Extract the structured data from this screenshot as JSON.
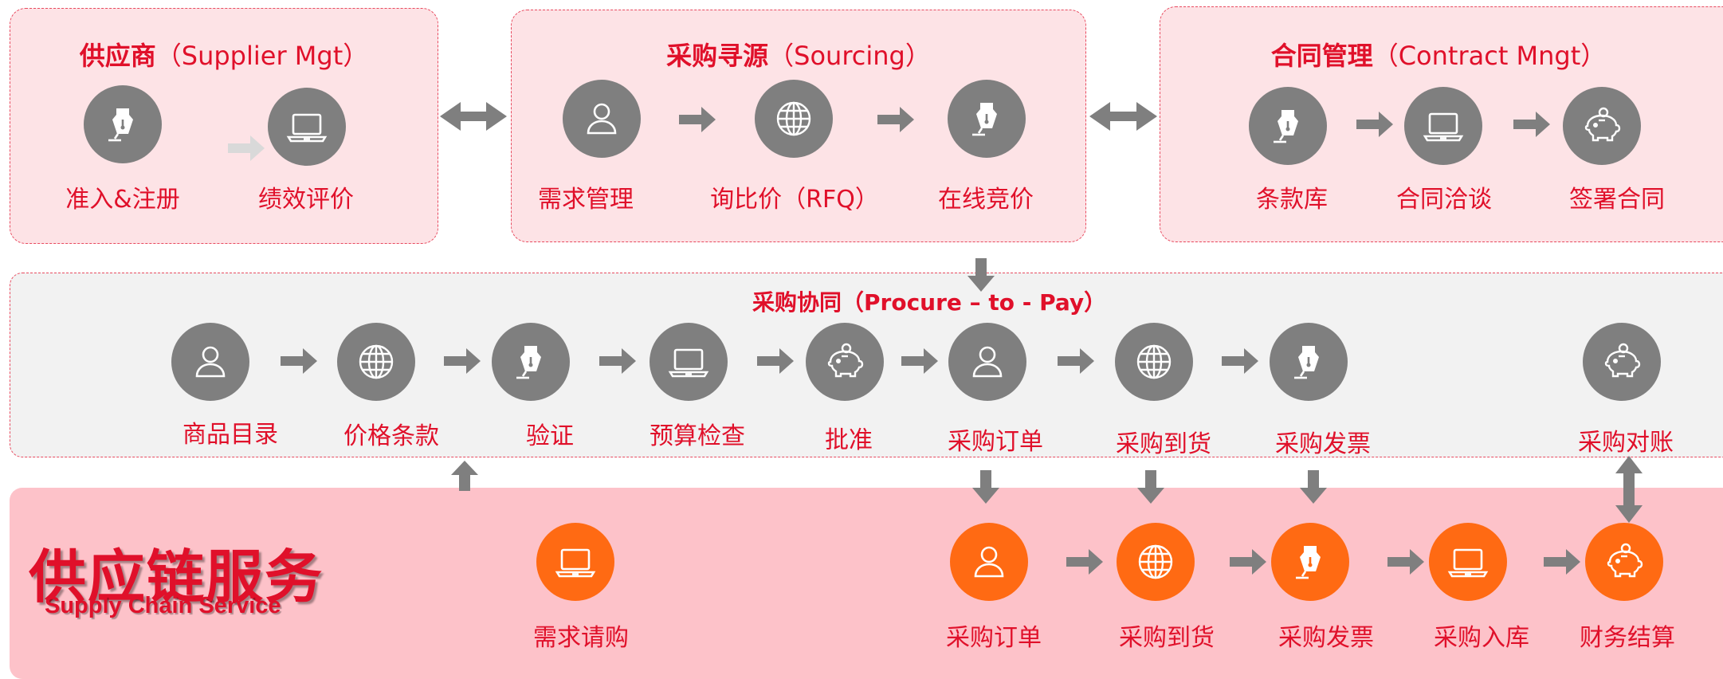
{
  "colors": {
    "accent": "#e0102a",
    "node_gray": "#7f7f7f",
    "node_orange": "#ff6a13",
    "panel_pink": "#fde3e6",
    "panel_gray": "#f2f2f2",
    "band_pink": "#fdc2c9",
    "arrow_gray": "#7f7f7f"
  },
  "supplier": {
    "title_cn": "供应商",
    "title_en": "（Supplier Mgt）",
    "nodes": [
      {
        "icon": "pen-icon",
        "label": "准入&注册"
      },
      {
        "icon": "laptop-icon",
        "label": "绩效评价"
      }
    ]
  },
  "sourcing": {
    "title_cn": "采购寻源",
    "title_en": "（Sourcing）",
    "nodes": [
      {
        "icon": "user-icon",
        "label": "需求管理"
      },
      {
        "icon": "globe-icon",
        "label": "询比价（RFQ）"
      },
      {
        "icon": "pen-icon",
        "label": "在线竞价"
      }
    ]
  },
  "contract": {
    "title_cn": "合同管理",
    "title_en": "（Contract Mngt）",
    "nodes": [
      {
        "icon": "pen-icon",
        "label": "条款库"
      },
      {
        "icon": "laptop-icon",
        "label": "合同洽谈"
      },
      {
        "icon": "piggybank-icon",
        "label": "签署合同"
      }
    ]
  },
  "p2p": {
    "title": "采购协同（Procure – to - Pay）",
    "nodes": [
      {
        "icon": "user-icon",
        "label": "商品目录"
      },
      {
        "icon": "globe-icon",
        "label": "价格条款"
      },
      {
        "icon": "pen-icon",
        "label": "验证"
      },
      {
        "icon": "laptop-icon",
        "label": "预算检查"
      },
      {
        "icon": "piggybank-icon",
        "label": "批准"
      },
      {
        "icon": "user-icon",
        "label": "采购订单"
      },
      {
        "icon": "globe-icon",
        "label": "采购到货"
      },
      {
        "icon": "pen-icon",
        "label": "采购发票"
      },
      {
        "icon": "piggybank-icon",
        "label": "采购对账"
      }
    ]
  },
  "service": {
    "title_cn": "供应链服务",
    "title_en": "Supply Chain Service",
    "nodes": [
      {
        "icon": "laptop-icon",
        "label": "需求请购"
      },
      {
        "icon": "user-icon",
        "label": "采购订单"
      },
      {
        "icon": "globe-icon",
        "label": "采购到货"
      },
      {
        "icon": "pen-icon",
        "label": "采购发票"
      },
      {
        "icon": "laptop-icon",
        "label": "采购入库"
      },
      {
        "icon": "piggybank-icon",
        "label": "财务结算"
      }
    ]
  }
}
